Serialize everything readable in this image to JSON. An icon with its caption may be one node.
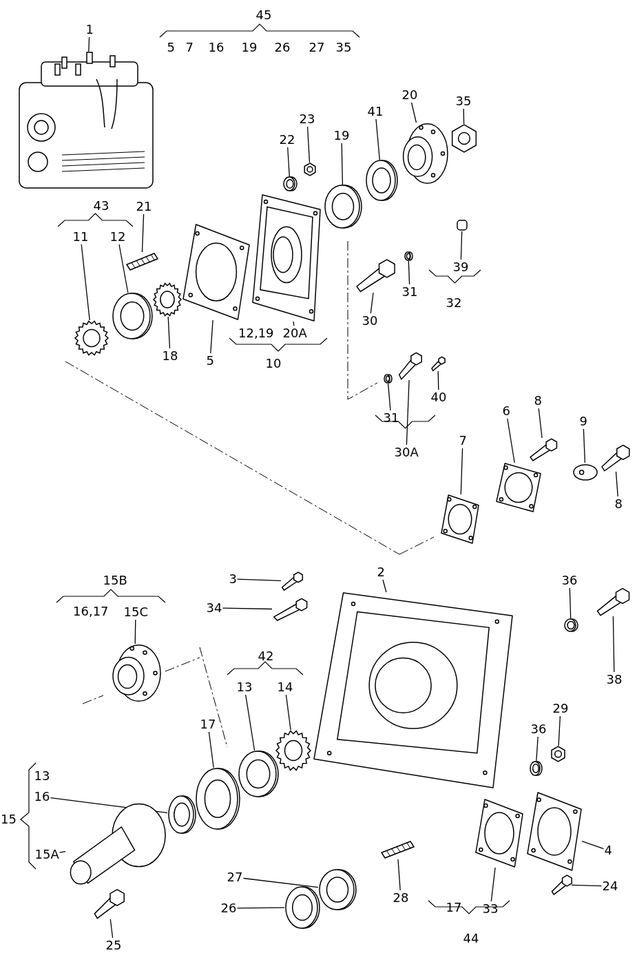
{
  "diagram": {
    "nodes": [
      {
        "text": [
          "1"
        ]
      },
      {
        "text": [],
        "shape": "picture"
      },
      {
        "text": [
          "22"
        ]
      },
      {
        "text": [],
        "shape": "ring"
      },
      {
        "text": [
          "23"
        ]
      },
      {
        "text": [],
        "shape": "nut"
      },
      {
        "text": [
          "19"
        ]
      },
      {
        "text": [],
        "shape": "ring"
      },
      {
        "text": [
          "41"
        ]
      },
      {
        "text": [],
        "shape": "ring"
      },
      {
        "text": [
          "20"
        ]
      },
      {
        "text": [],
        "shape": "flange"
      },
      {
        "text": [
          "35"
        ]
      },
      {
        "text": [],
        "shape": "nut"
      },
      {
        "text": [
          "21"
        ]
      },
      {
        "text": [],
        "shape": "stud"
      },
      {
        "text": [
          "11"
        ]
      },
      {
        "text": [],
        "shape": "gear"
      },
      {
        "text": [
          "12"
        ]
      },
      {
        "text": [],
        "shape": "ring"
      },
      {
        "text": [
          "18"
        ]
      },
      {
        "text": [],
        "shape": "gear"
      },
      {
        "text": [
          "5"
        ]
      },
      {
        "text": [],
        "shape": "plate"
      },
      {
        "text": [
          "20A"
        ]
      },
      {
        "text": [],
        "shape": "housing"
      },
      {
        "text": [
          "30"
        ]
      },
      {
        "text": [],
        "shape": "bolt"
      },
      {
        "text": [
          "31"
        ]
      },
      {
        "text": [],
        "shape": "ring"
      },
      {
        "text": [
          "39"
        ]
      },
      {
        "text": [],
        "shape": "cylinder"
      },
      {
        "text": [
          "31"
        ]
      },
      {
        "text": [],
        "shape": "ring"
      },
      {
        "text": [
          "30A"
        ]
      },
      {
        "text": [],
        "shape": "bolt"
      },
      {
        "text": [
          "40"
        ]
      },
      {
        "text": [],
        "shape": "bolt"
      },
      {
        "text": [
          "8"
        ]
      },
      {
        "text": [],
        "shape": "bolt"
      },
      {
        "text": [
          "6"
        ]
      },
      {
        "text": [],
        "shape": "plate"
      },
      {
        "text": [
          "9"
        ]
      },
      {
        "text": [],
        "shape": "clip"
      },
      {
        "text": [
          "8"
        ]
      },
      {
        "text": [],
        "shape": "bolt"
      },
      {
        "text": [
          "7"
        ]
      },
      {
        "text": [],
        "shape": "plate"
      },
      {
        "text": [
          "3"
        ]
      },
      {
        "text": [],
        "shape": "bolt"
      },
      {
        "text": [
          "34"
        ]
      },
      {
        "text": [],
        "shape": "bolt"
      },
      {
        "text": [
          "2"
        ]
      },
      {
        "text": [],
        "shape": "housing"
      },
      {
        "text": [
          "36"
        ]
      },
      {
        "text": [],
        "shape": "ring"
      },
      {
        "text": [
          "38"
        ]
      },
      {
        "text": [],
        "shape": "bolt"
      },
      {
        "text": [
          "15C"
        ]
      },
      {
        "text": [],
        "shape": "flange"
      },
      {
        "text": [
          "13"
        ]
      },
      {
        "text": [],
        "shape": "ring"
      },
      {
        "text": [
          "14"
        ]
      },
      {
        "text": [],
        "shape": "gear"
      },
      {
        "text": [
          "17"
        ]
      },
      {
        "text": [],
        "shape": "ring"
      },
      {
        "text": [
          "29"
        ]
      },
      {
        "text": [],
        "shape": "nut"
      },
      {
        "text": [
          "36"
        ]
      },
      {
        "text": [],
        "shape": "ring"
      },
      {
        "text": [
          "16"
        ]
      },
      {
        "text": [],
        "shape": "ring"
      },
      {
        "text": [
          "15A"
        ]
      },
      {
        "text": [],
        "shape": "shaft"
      },
      {
        "text": [
          "4"
        ]
      },
      {
        "text": [],
        "shape": "plate"
      },
      {
        "text": [
          "24"
        ]
      },
      {
        "text": [],
        "shape": "bolt"
      },
      {
        "text": [
          "27"
        ]
      },
      {
        "text": [],
        "shape": "ring"
      },
      {
        "text": [
          "26"
        ]
      },
      {
        "text": [],
        "shape": "ring"
      },
      {
        "text": [
          "28"
        ]
      },
      {
        "text": [],
        "shape": "stud"
      },
      {
        "text": [
          "25"
        ]
      },
      {
        "text": [],
        "shape": "bolt"
      },
      {
        "text": [
          "33"
        ]
      },
      {
        "text": [],
        "shape": "plate"
      }
    ],
    "edges": [
      {
        "from": 0,
        "to": 1,
        "arrow": "none"
      },
      {
        "from": 2,
        "to": 3,
        "arrow": "none"
      },
      {
        "from": 4,
        "to": 5,
        "arrow": "none"
      },
      {
        "from": 6,
        "to": 7,
        "arrow": "none"
      },
      {
        "from": 8,
        "to": 9,
        "arrow": "none"
      },
      {
        "from": 10,
        "to": 11,
        "arrow": "none"
      },
      {
        "from": 12,
        "to": 13,
        "arrow": "none"
      },
      {
        "from": 14,
        "to": 15,
        "arrow": "none"
      },
      {
        "from": 16,
        "to": 17,
        "arrow": "none"
      },
      {
        "from": 18,
        "to": 19,
        "arrow": "none"
      },
      {
        "from": 20,
        "to": 21,
        "arrow": "none"
      },
      {
        "from": 22,
        "to": 23,
        "arrow": "none"
      },
      {
        "from": 24,
        "to": 25,
        "arrow": "none"
      },
      {
        "from": 26,
        "to": 27,
        "arrow": "none"
      },
      {
        "from": 28,
        "to": 29,
        "arrow": "none"
      },
      {
        "from": 30,
        "to": 31,
        "arrow": "none"
      },
      {
        "from": 32,
        "to": 33,
        "arrow": "none"
      },
      {
        "from": 34,
        "to": 35,
        "arrow": "none"
      },
      {
        "from": 36,
        "to": 37,
        "arrow": "none"
      },
      {
        "from": 38,
        "to": 39,
        "arrow": "none"
      },
      {
        "from": 40,
        "to": 41,
        "arrow": "none"
      },
      {
        "from": 42,
        "to": 43,
        "arrow": "none"
      },
      {
        "from": 44,
        "to": 45,
        "arrow": "none"
      },
      {
        "from": 46,
        "to": 47,
        "arrow": "none"
      },
      {
        "from": 48,
        "to": 49,
        "arrow": "none"
      },
      {
        "from": 50,
        "to": 51,
        "arrow": "none"
      },
      {
        "from": 52,
        "to": 53,
        "arrow": "none"
      },
      {
        "from": 54,
        "to": 55,
        "arrow": "none"
      },
      {
        "from": 56,
        "to": 57,
        "arrow": "none"
      },
      {
        "from": 58,
        "to": 59,
        "arrow": "none"
      },
      {
        "from": 60,
        "to": 61,
        "arrow": "none"
      },
      {
        "from": 62,
        "to": 63,
        "arrow": "none"
      },
      {
        "from": 64,
        "to": 65,
        "arrow": "none"
      },
      {
        "from": 66,
        "to": 67,
        "arrow": "none"
      },
      {
        "from": 68,
        "to": 69,
        "arrow": "none"
      },
      {
        "from": 70,
        "to": 71,
        "arrow": "none"
      },
      {
        "from": 72,
        "to": 73,
        "arrow": "none"
      },
      {
        "from": 74,
        "to": 75,
        "arrow": "none"
      },
      {
        "from": 76,
        "to": 77,
        "arrow": "none"
      },
      {
        "from": 78,
        "to": 79,
        "arrow": "none"
      },
      {
        "from": 80,
        "to": 81,
        "arrow": "none"
      },
      {
        "from": 82,
        "to": 83,
        "arrow": "none"
      },
      {
        "from": 84,
        "to": 85,
        "arrow": "none"
      },
      {
        "from": 86,
        "to": 87,
        "arrow": "none"
      }
    ],
    "labels": [
      "45",
      "5",
      "7",
      "16",
      "19",
      "26",
      "27",
      "35",
      "43",
      "12,19",
      "10",
      "32",
      "15B",
      "16,17",
      "42",
      "13",
      "15",
      "17",
      "44"
    ]
  }
}
